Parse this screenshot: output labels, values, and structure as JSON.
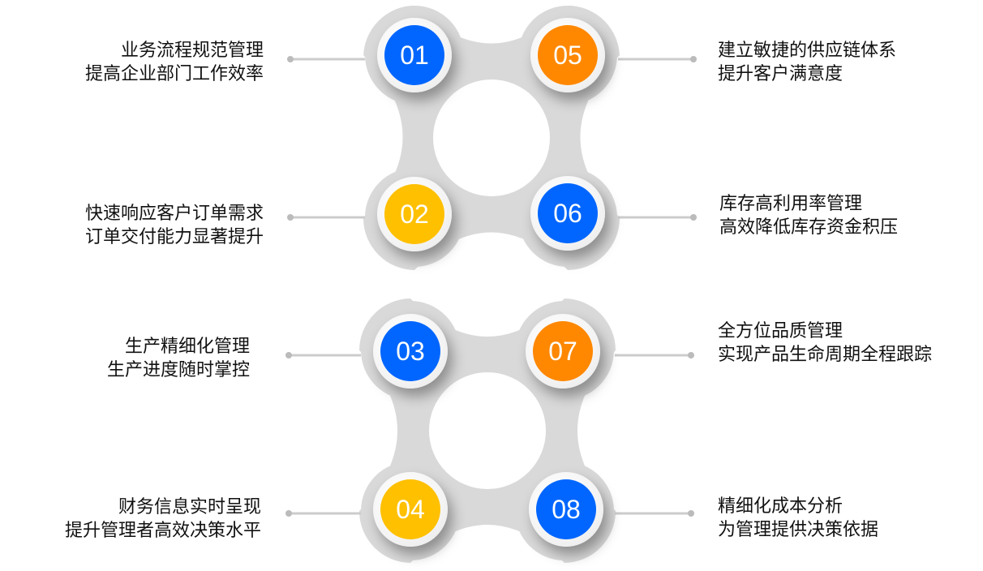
{
  "colors": {
    "blue": "#0066ff",
    "orange": "#ff8800",
    "yellow": "#ffc000",
    "blob": "#d9d9d9",
    "line": "#c8c8c8"
  },
  "items": [
    {
      "num": "01",
      "color": "#0066ff",
      "lines": [
        "业务流程规范管理",
        "提高企业部门工作效率"
      ]
    },
    {
      "num": "02",
      "color": "#ffc000",
      "lines": [
        "快速响应客户订单需求",
        "订单交付能力显著提升"
      ]
    },
    {
      "num": "03",
      "color": "#0066ff",
      "lines": [
        "生产精细化管理",
        "生产进度随时掌控"
      ]
    },
    {
      "num": "04",
      "color": "#ffc000",
      "lines": [
        "财务信息实时呈现",
        "提升管理者高效决策水平"
      ]
    },
    {
      "num": "05",
      "color": "#ff8800",
      "lines": [
        "建立敏捷的供应链体系",
        "提升客户满意度"
      ]
    },
    {
      "num": "06",
      "color": "#0066ff",
      "lines": [
        "库存高利用率管理",
        "高效降低库存资金积压"
      ]
    },
    {
      "num": "07",
      "color": "#ff8800",
      "lines": [
        "全方位品质管理",
        "实现产品生命周期全程跟踪"
      ]
    },
    {
      "num": "08",
      "color": "#0066ff",
      "lines": [
        "精细化成本分析",
        "为管理提供决策依据"
      ]
    }
  ]
}
